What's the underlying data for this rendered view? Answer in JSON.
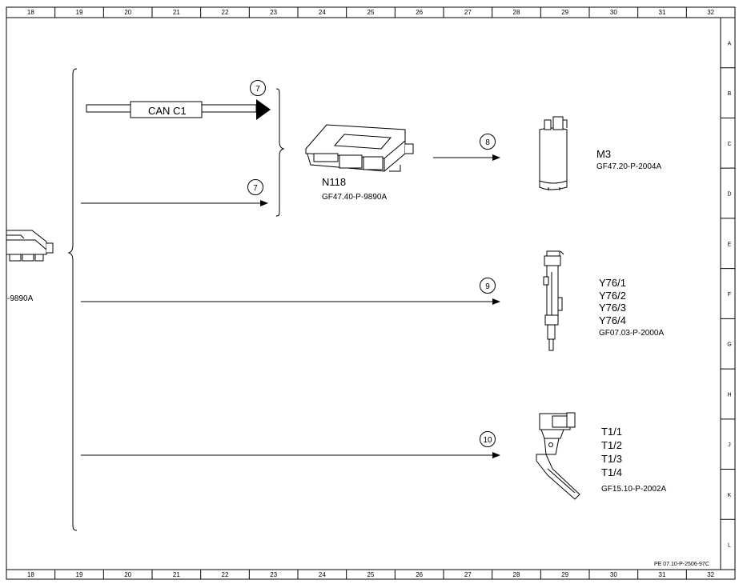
{
  "columns": [
    "18",
    "19",
    "20",
    "21",
    "22",
    "23",
    "24",
    "25",
    "26",
    "27",
    "28",
    "29",
    "30",
    "31",
    "32"
  ],
  "rows": [
    "A",
    "B",
    "C",
    "D",
    "E",
    "F",
    "G",
    "H",
    "J",
    "K",
    "L"
  ],
  "can_label": "CAN C1",
  "callouts": [
    "7",
    "7",
    "8",
    "9",
    "10"
  ],
  "left_part": {
    "ref": "-9890A"
  },
  "n118": {
    "name": "N118",
    "ref": "GF47.40-P-9890A"
  },
  "m3": {
    "name": "M3",
    "ref": "GF47.20-P-2004A"
  },
  "y76": {
    "names": [
      "Y76/1",
      "Y76/2",
      "Y76/3",
      "Y76/4"
    ],
    "ref": "GF07.03-P-2000A"
  },
  "t1": {
    "names": [
      "T1/1",
      "T1/2",
      "T1/3",
      "T1/4"
    ],
    "ref": "GF15.10-P-2002A"
  },
  "footer_code": "PE 07.10-P-2506-97C"
}
